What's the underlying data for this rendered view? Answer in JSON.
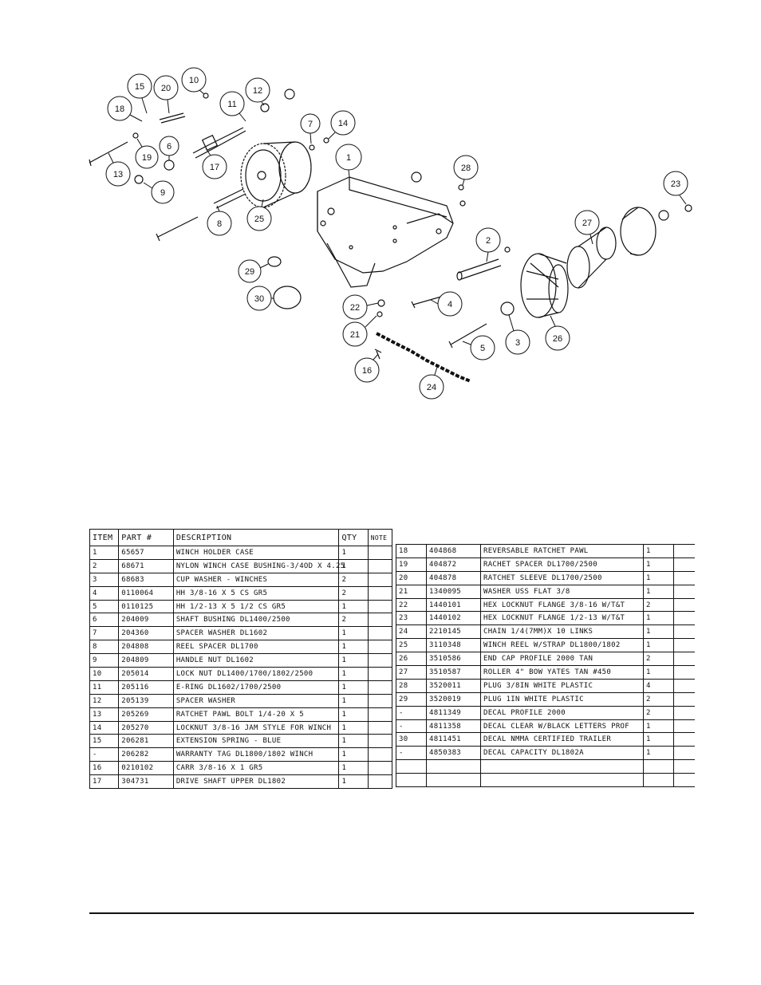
{
  "diagram": {
    "callouts": [
      "1",
      "2",
      "3",
      "4",
      "5",
      "6",
      "7",
      "8",
      "9",
      "10",
      "11",
      "12",
      "13",
      "14",
      "15",
      "16",
      "17",
      "18",
      "19",
      "20",
      "21",
      "22",
      "23",
      "24",
      "25",
      "26",
      "27",
      "28",
      "29",
      "30"
    ]
  },
  "table": {
    "headers": {
      "item": "ITEM",
      "part": "PART #",
      "description": "DESCRIPTION",
      "qty": "QTY",
      "note": "NOTE"
    },
    "left_rows": [
      {
        "item": "1",
        "part": "65657",
        "description": "WINCH HOLDER CASE",
        "qty": "1",
        "note": ""
      },
      {
        "item": "2",
        "part": "68671",
        "description": "NYLON WINCH CASE BUSHING-3/4OD X 4.25",
        "qty": "1",
        "note": ""
      },
      {
        "item": "3",
        "part": "68683",
        "description": "CUP WASHER - WINCHES",
        "qty": "2",
        "note": ""
      },
      {
        "item": "4",
        "part": "0110064",
        "description": "HH 3/8-16 X 5 CS GR5",
        "qty": "2",
        "note": ""
      },
      {
        "item": "5",
        "part": "0110125",
        "description": "HH 1/2-13 X 5 1/2 CS GR5",
        "qty": "1",
        "note": ""
      },
      {
        "item": "6",
        "part": "204009",
        "description": "SHAFT BUSHING  DL1400/2500",
        "qty": "2",
        "note": ""
      },
      {
        "item": "7",
        "part": "204360",
        "description": "SPACER WASHER  DL1602",
        "qty": "1",
        "note": ""
      },
      {
        "item": "8",
        "part": "204808",
        "description": "REEL SPACER  DL1700",
        "qty": "1",
        "note": ""
      },
      {
        "item": "9",
        "part": "204809",
        "description": "HANDLE NUT  DL1602",
        "qty": "1",
        "note": ""
      },
      {
        "item": "10",
        "part": "205014",
        "description": "LOCK NUT  DL1400/1700/1802/2500",
        "qty": "1",
        "note": ""
      },
      {
        "item": "11",
        "part": "205116",
        "description": "E-RING DL1602/1700/2500",
        "qty": "1",
        "note": ""
      },
      {
        "item": "12",
        "part": "205139",
        "description": "SPACER WASHER",
        "qty": "1",
        "note": ""
      },
      {
        "item": "13",
        "part": "205269",
        "description": "RATCHET PAWL BOLT 1/4-20 X 5",
        "qty": "1",
        "note": ""
      },
      {
        "item": "14",
        "part": "205270",
        "description": "LOCKNUT 3/8-16 JAM STYLE FOR WINCH",
        "qty": "1",
        "note": ""
      },
      {
        "item": "15",
        "part": "206281",
        "description": "EXTENSION SPRING - BLUE",
        "qty": "1",
        "note": ""
      },
      {
        "item": "-",
        "part": "206282",
        "description": "WARRANTY TAG DL1800/1802 WINCH",
        "qty": "1",
        "note": ""
      },
      {
        "item": "16",
        "part": "0210102",
        "description": "CARR 3/8-16 X 1 GR5",
        "qty": "1",
        "note": ""
      },
      {
        "item": "17",
        "part": "304731",
        "description": "DRIVE SHAFT UPPER  DL1802",
        "qty": "1",
        "note": ""
      }
    ],
    "right_rows": [
      {
        "item": "18",
        "part": "404868",
        "description": "REVERSABLE RATCHET PAWL",
        "qty": "1",
        "note": ""
      },
      {
        "item": "19",
        "part": "404872",
        "description": "RACHET SPACER  DL1700/2500",
        "qty": "1",
        "note": ""
      },
      {
        "item": "20",
        "part": "404878",
        "description": "RATCHET SLEEVE  DL1700/2500",
        "qty": "1",
        "note": ""
      },
      {
        "item": "21",
        "part": "1340095",
        "description": "WASHER USS FLAT 3/8",
        "qty": "1",
        "note": ""
      },
      {
        "item": "22",
        "part": "1440101",
        "description": "HEX LOCKNUT FLANGE 3/8-16 W/T&T",
        "qty": "2",
        "note": ""
      },
      {
        "item": "23",
        "part": "1440102",
        "description": "HEX LOCKNUT FLANGE 1/2-13 W/T&T",
        "qty": "1",
        "note": ""
      },
      {
        "item": "24",
        "part": "2210145",
        "description": "CHAIN 1/4(7MM)X 10 LINKS",
        "qty": "1",
        "note": ""
      },
      {
        "item": "25",
        "part": "3110348",
        "description": "WINCH REEL W/STRAP  DL1800/1802",
        "qty": "1",
        "note": ""
      },
      {
        "item": "26",
        "part": "3510586",
        "description": "END CAP PROFILE 2000 TAN",
        "qty": "2",
        "note": ""
      },
      {
        "item": "27",
        "part": "3510587",
        "description": "ROLLER 4\" BOW YATES TAN #450",
        "qty": "1",
        "note": ""
      },
      {
        "item": "28",
        "part": "3520011",
        "description": "PLUG  3/8IN WHITE PLASTIC",
        "qty": "4",
        "note": ""
      },
      {
        "item": "29",
        "part": "3520019",
        "description": "PLUG  1IN WHITE PLASTIC",
        "qty": "2",
        "note": ""
      },
      {
        "item": "-",
        "part": "4811349",
        "description": "DECAL PROFILE 2000",
        "qty": "2",
        "note": ""
      },
      {
        "item": "-",
        "part": "4811358",
        "description": "DECAL CLEAR W/BLACK LETTERS PROF",
        "qty": "1",
        "note": ""
      },
      {
        "item": "30",
        "part": "4811451",
        "description": " DECAL NMMA CERTIFIED TRAILER",
        "qty": "1",
        "note": ""
      },
      {
        "item": "-",
        "part": "4850383",
        "description": "DECAL CAPACITY DL1802A",
        "qty": "1",
        "note": ""
      },
      {
        "item": "",
        "part": "",
        "description": "",
        "qty": "",
        "note": ""
      },
      {
        "item": "",
        "part": "",
        "description": "",
        "qty": "",
        "note": ""
      }
    ]
  }
}
